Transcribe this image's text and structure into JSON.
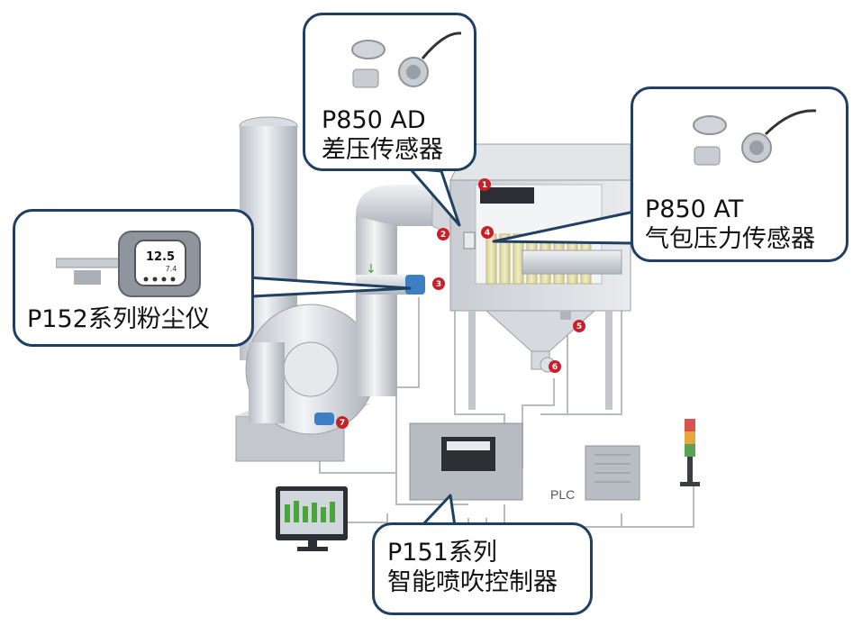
{
  "callouts": {
    "ad": {
      "line1": "P850 AD",
      "line2": "差压传感器"
    },
    "at": {
      "line1": "P850 AT",
      "line2": "气包压力传感器"
    },
    "dust": {
      "line1": "P152系列粉尘仪"
    },
    "ctrl": {
      "line1": "P151系列",
      "line2": "智能喷吹控制器"
    }
  },
  "labels": {
    "plc": "PLC",
    "meter_value": "12.5",
    "meter_sub": "7.4"
  },
  "markers": [
    "1",
    "2",
    "3",
    "4",
    "5",
    "6",
    "7"
  ],
  "colors": {
    "callout_border": "#1f3f63",
    "marker": "#c8202a",
    "duct": "#cfd3d8",
    "accent_blue": "#3d7fc4",
    "accent_yellow": "#e3dca0"
  }
}
